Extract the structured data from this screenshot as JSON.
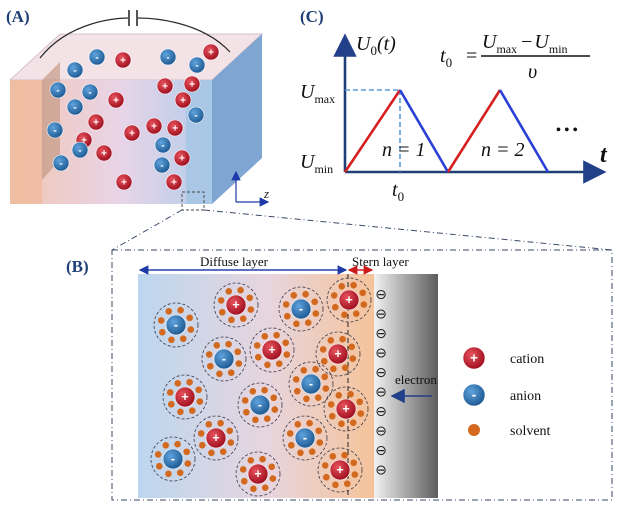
{
  "panels": {
    "a": {
      "label": "(A)",
      "axis_label": "z"
    },
    "b": {
      "label": "(B)",
      "diffuse_layer": "Diffuse layer",
      "stern_layer": "Stern layer",
      "electron": "electron",
      "legend": {
        "cation": "cation",
        "anion": "anion",
        "solvent": "solvent"
      }
    },
    "c": {
      "label": "(C)",
      "y_label_main": "U",
      "y_label_sub": "0",
      "y_label_arg": "(t)",
      "x_label": "t",
      "u_max_main": "U",
      "u_max_sub": "max",
      "u_min_main": "U",
      "u_min_sub": "min",
      "t0_main": "t",
      "t0_sub": "0",
      "cycle_1": "n = 1",
      "cycle_2": "n = 2",
      "ellipsis": "• • •",
      "formula": {
        "lhs_main": "t",
        "lhs_sub": "0",
        "eq": "=",
        "num_a_main": "U",
        "num_a_sub": "max",
        "minus": "−",
        "num_b_main": "U",
        "num_b_sub": "min",
        "denominator": "υ"
      }
    }
  },
  "symbols": {
    "plus": "+",
    "minus": "-",
    "ominus": "⊖"
  },
  "colors": {
    "cation": "#c8102e",
    "anion": "#2a74b8",
    "solvent": "#d2691e",
    "rising_line": "#d62020",
    "falling_line": "#2a3fd6",
    "label": "#1f3f77"
  }
}
